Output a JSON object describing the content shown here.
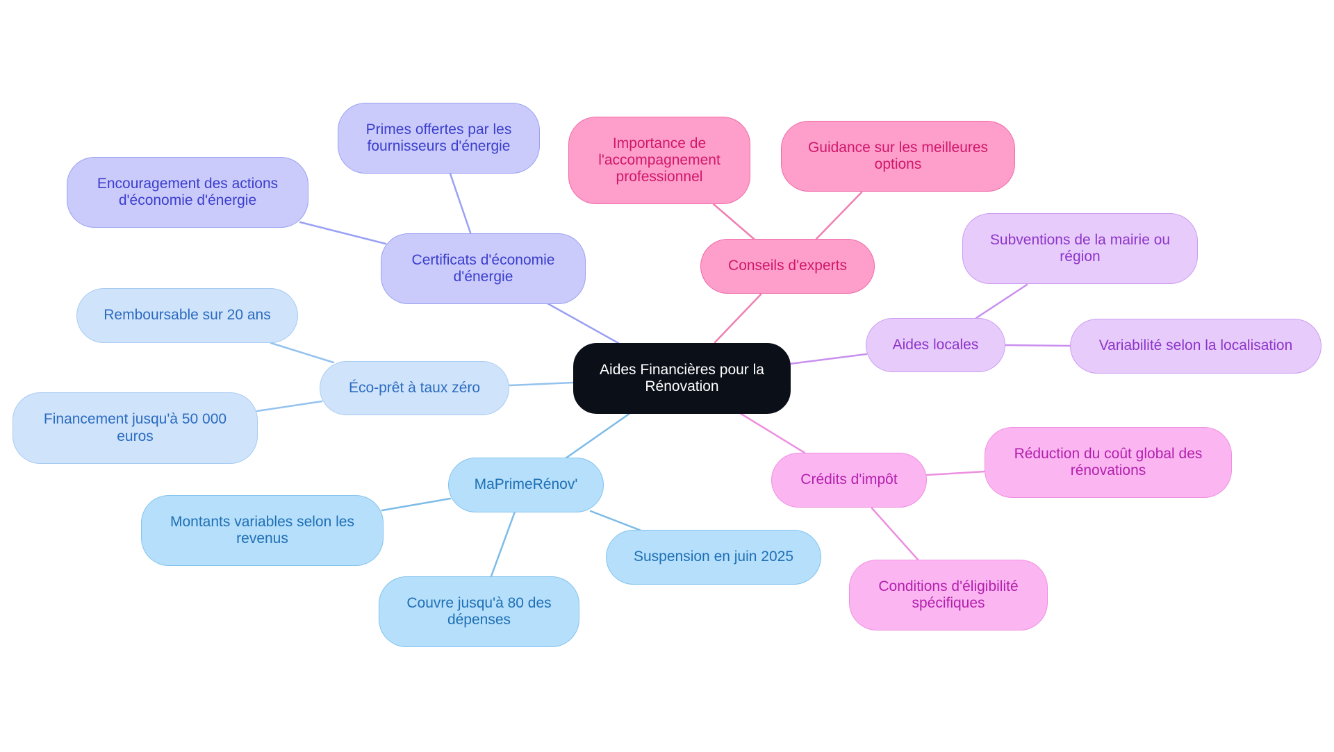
{
  "mindmap": {
    "root": {
      "label": "Aides Financières pour la Rénovation"
    },
    "cee": {
      "label": "Certificats d'économie d'énergie",
      "children": [
        "Primes offertes par les fournisseurs d'énergie",
        "Encouragement des actions d'économie d'énergie"
      ]
    },
    "eco_ptz": {
      "label": "Éco-prêt à taux zéro",
      "children": [
        "Remboursable sur 20 ans",
        "Financement jusqu'à 50 000 euros"
      ]
    },
    "maprimerenov": {
      "label": "MaPrimeRénov'",
      "children": [
        "Montants variables selon les revenus",
        "Couvre jusqu'à 80 des dépenses",
        "Suspension en juin 2025"
      ]
    },
    "experts": {
      "label": "Conseils d'experts",
      "children": [
        "Importance de l'accompagnement professionnel",
        "Guidance sur les meilleures options"
      ]
    },
    "locales": {
      "label": "Aides locales",
      "children": [
        "Subventions de la mairie ou région",
        "Variabilité selon la localisation"
      ]
    },
    "credits": {
      "label": "Crédits d'impôt",
      "children": [
        "Réduction du coût global des rénovations",
        "Conditions d'éligibilité spécifiques"
      ]
    }
  },
  "colors": {
    "root_fill": "#0b0f18",
    "cee_edge": "#9aa0f3",
    "eco_edge": "#93c2ee",
    "mpr_edge": "#7bbbe8",
    "experts_edge": "#ef7fb2",
    "locales_edge": "#c98eef",
    "credits_edge": "#ec8fe0"
  }
}
